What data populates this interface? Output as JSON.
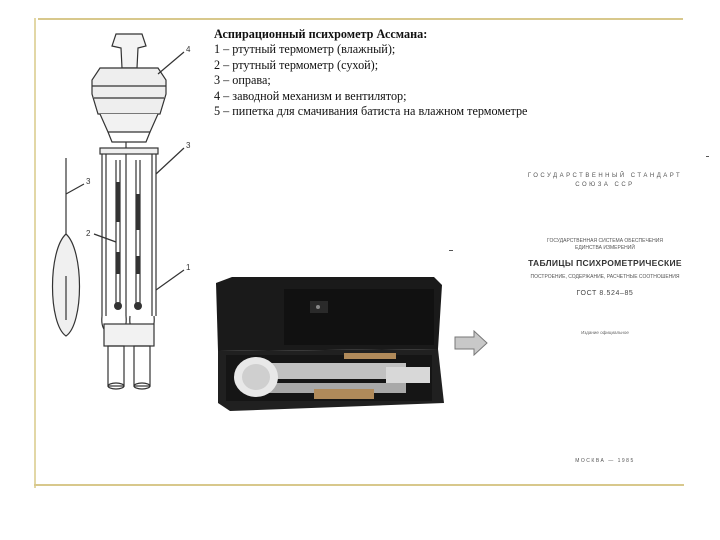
{
  "caption": {
    "title": "Аспирационный психрометр Ассмана:",
    "items": [
      "1 – ртутный термометр (влажный);",
      "2 – ртутный термометр (сухой);",
      "3 – оправа;",
      "4 – заводной механизм и вентилятор;",
      "5 – пипетка для смачивания батиста на влажном термометре"
    ]
  },
  "drawing_labels": [
    "4",
    "3",
    "3",
    "2",
    "1"
  ],
  "document_cover": {
    "agency_line1": "ГОСУДАРСТВЕННЫЙ СТАНДАРТ",
    "agency_line2": "СОЮЗА ССР",
    "system_line1": "ГОСУДАРСТВЕННАЯ СИСТЕМА ОБЕСПЕЧЕНИЯ",
    "system_line2": "ЕДИНСТВА ИЗМЕРЕНИЙ",
    "title": "ТАБЛИЦЫ ПСИХРОМЕТРИЧЕСКИЕ",
    "subtitle": "ПОСТРОЕНИЕ, СОДЕРЖАНИЕ, РАСЧЕТНЫЕ СООТНОШЕНИЯ",
    "code": "ГОСТ 8.524–85",
    "edition": "Издание официальное",
    "city_year": "МОСКВА — 1985"
  },
  "colors": {
    "frame_line": "#d8c88c",
    "arrow_fill": "#c8c8c8",
    "text": "#111111"
  },
  "icons": [
    "arrow-right-icon"
  ]
}
